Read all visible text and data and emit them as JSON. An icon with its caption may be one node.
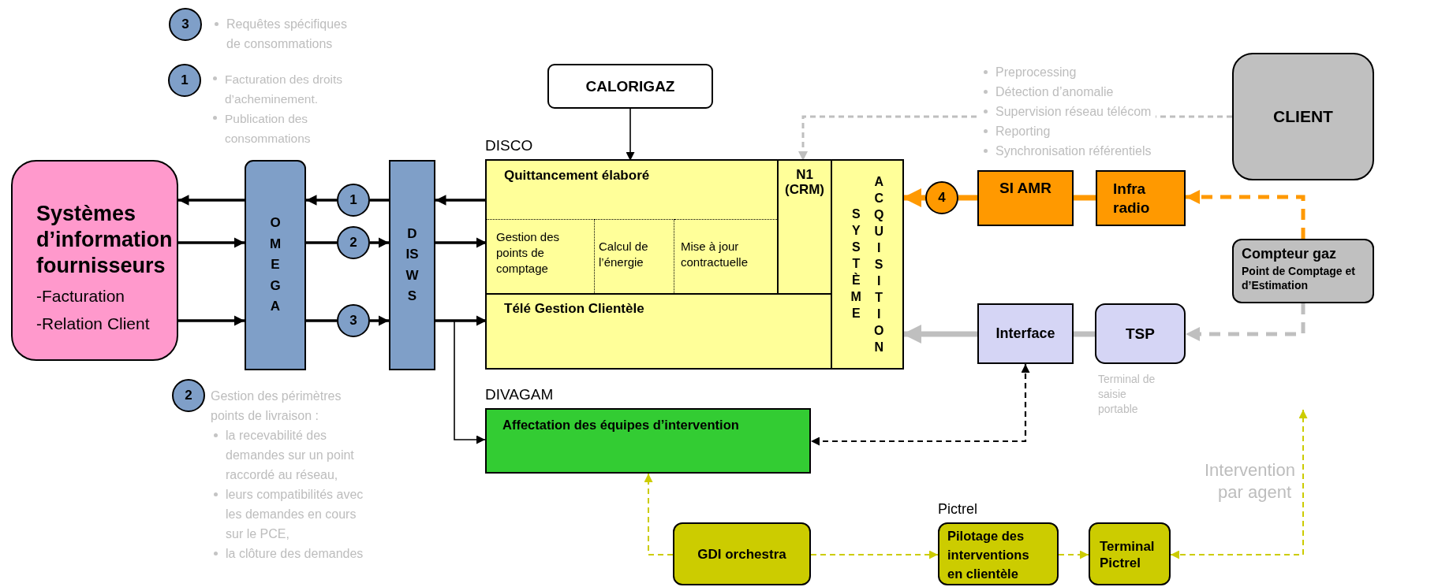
{
  "diagram": {
    "nodes": [
      {
        "text": [
          "3"
        ],
        "beside": [
          "Requêtes spécifiques de consommations"
        ]
      },
      {
        "text": [
          "1"
        ],
        "beside": [
          "Facturation des droits d’acheminement.",
          "Publication des consommations"
        ]
      },
      {
        "text": [
          "CALORIGAZ"
        ]
      },
      {
        "text": [
          "CLIENT"
        ]
      },
      {
        "text": [
          "Systèmes d’information fournisseurs",
          "-Facturation",
          "-Relation Client"
        ]
      },
      {
        "text": [
          "OMEGA"
        ]
      },
      {
        "text": [
          "1"
        ]
      },
      {
        "text": [
          "2"
        ]
      },
      {
        "text": [
          "3"
        ]
      },
      {
        "text": [
          "DISWS"
        ]
      },
      {
        "text": [
          "DISCO"
        ]
      },
      {
        "text": [
          "Quittancement élaboré"
        ],
        "in": 10
      },
      {
        "text": [
          "Gestion des points de comptage"
        ],
        "in": 11
      },
      {
        "text": [
          "Calcul de l’énergie"
        ],
        "in": 11
      },
      {
        "text": [
          "Mise à jour contractuelle"
        ],
        "in": 11
      },
      {
        "text": [
          "N1 (CRM)"
        ],
        "in": 10
      },
      {
        "text": [
          "Télé Gestion Clientèle"
        ],
        "in": 10
      },
      {
        "text": [
          "SYSTÈME",
          "ACQUISITION"
        ],
        "in": 10
      },
      {
        "text": [
          "4"
        ]
      },
      {
        "text": [
          "SI AMR"
        ]
      },
      {
        "text": [
          "Infra radio"
        ]
      },
      {
        "text": [
          "Compteur gaz",
          "Point de Comptage et d’Estimation"
        ]
      },
      {
        "text": [
          "Interface"
        ]
      },
      {
        "text": [
          "TSP"
        ],
        "beside": [
          "Terminal de saisie portable"
        ]
      },
      {
        "text": [
          "2"
        ],
        "beside": [
          "Gestion des périmètres points de livraison :",
          "la recevabilité des demandes sur un point raccordé au réseau,",
          "leurs compatibilités avec les demandes en cours sur le PCE,",
          "la clôture des demandes"
        ]
      },
      {
        "text": [
          "DIVAGAM",
          "Affectation des équipes d’intervention"
        ]
      },
      {
        "text": [
          "GDI orchestra"
        ]
      },
      {
        "text": [
          "Pictrel",
          "Pilotage des interventions en clientèle"
        ]
      },
      {
        "text": [
          "Terminal Pictrel"
        ]
      }
    ],
    "edges": [
      {
        "from": 2,
        "to": 11,
        "arrow": "to"
      },
      {
        "from": 3,
        "to": 15,
        "arrow": "to",
        "style": "dashed",
        "color": "#bfbfbf"
      },
      {
        "from": 11,
        "to": 9,
        "arrow": "to"
      },
      {
        "from": 9,
        "to": 6,
        "arrow": "none"
      },
      {
        "from": 6,
        "to": 5,
        "arrow": "to"
      },
      {
        "from": 5,
        "to": 4,
        "arrow": "to"
      },
      {
        "from": 4,
        "to": 5,
        "arrow": "to"
      },
      {
        "from": 5,
        "to": 7,
        "arrow": "none"
      },
      {
        "from": 7,
        "to": 9,
        "arrow": "to"
      },
      {
        "from": 9,
        "to": 12,
        "arrow": "to"
      },
      {
        "from": 4,
        "to": 5,
        "arrow": "to"
      },
      {
        "from": 5,
        "to": 8,
        "arrow": "none"
      },
      {
        "from": 8,
        "to": 9,
        "arrow": "to"
      },
      {
        "from": 9,
        "to": 16,
        "arrow": "to"
      },
      {
        "from": 9,
        "to": 25,
        "arrow": "to"
      },
      {
        "from": 20,
        "to": 19,
        "arrow": "none",
        "style": "thick",
        "color": "#ff9900"
      },
      {
        "from": 19,
        "to": 18,
        "arrow": "none",
        "style": "thick",
        "color": "#ff9900"
      },
      {
        "from": 18,
        "to": 17,
        "arrow": "to",
        "style": "thick",
        "color": "#ff9900"
      },
      {
        "from": 21,
        "to": 20,
        "arrow": "to",
        "style": "dashed",
        "color": "#ff9900"
      },
      {
        "from": 22,
        "to": 17,
        "arrow": "to",
        "style": "thick",
        "color": "#bfbfbf"
      },
      {
        "from": 23,
        "to": 22,
        "arrow": "none",
        "style": "thick",
        "color": "#bfbfbf"
      },
      {
        "from": 21,
        "to": 23,
        "arrow": "to",
        "style": "dashed",
        "color": "#bfbfbf"
      },
      {
        "from": 22,
        "to": 25,
        "arrow": "both",
        "style": "dashed"
      },
      {
        "from": 26,
        "to": 25,
        "arrow": "to",
        "style": "dashed",
        "color": "#cccc00"
      },
      {
        "from": 26,
        "to": 27,
        "arrow": "to",
        "style": "dashed",
        "color": "#cccc00"
      },
      {
        "from": 27,
        "to": 28,
        "arrow": "to",
        "style": "dashed",
        "color": "#cccc00"
      },
      {
        "from": 28,
        "to": null,
        "arrow": "both",
        "style": "dashed",
        "color": "#cccc00",
        "label": "Intervention par agent"
      }
    ],
    "labels": [
      "Preprocessing",
      "Détection d’anomalie",
      "Supervision réseau télécom",
      "Reporting",
      "Synchronisation référentiels"
    ]
  }
}
